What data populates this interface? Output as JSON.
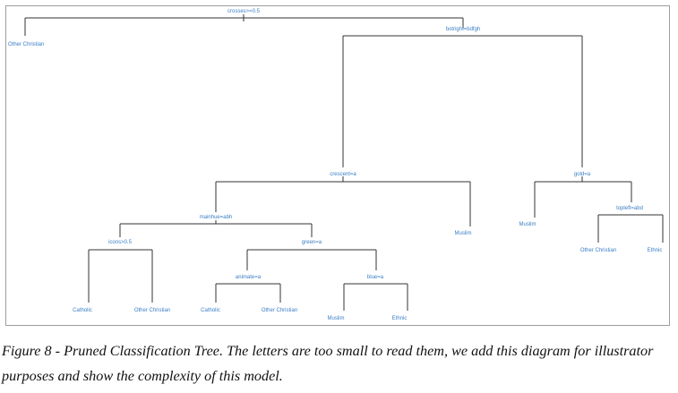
{
  "tree": {
    "colors": {
      "label": "#3a7ec5",
      "line": "#333333",
      "frame": "#9e9e9e"
    },
    "labels": {
      "root_split": "crosses>=0.5",
      "left_leaf": "Other Christian",
      "bot_split": "botright=bdfgh",
      "crescent_split": "crescent=a",
      "gold_split": "gold=a",
      "crescent_right_leaf": "Muslim",
      "mainhue_split": "mainhue=abh",
      "gold_left_leaf": "Muslim",
      "topleft_split": "topleft=abd",
      "topleft_left_leaf": "Other Christian",
      "topleft_right_leaf": "Ethnic",
      "icons_split": "icons>0.5",
      "green_split": "green=a",
      "icons_left_leaf": "Catholic",
      "icons_right_leaf": "Other Christian",
      "animate_split": "animate=a",
      "blue_split": "blue=a",
      "animate_left_leaf": "Catholic",
      "animate_right_leaf": "Other Christian",
      "blue_left_leaf": "Muslim",
      "blue_right_leaf": "Ethnic"
    }
  },
  "caption": {
    "text": "Figure 8 - Pruned Classification Tree. The letters are too small to read them, we add this diagram for illustrator purposes and show the complexity of this model."
  }
}
